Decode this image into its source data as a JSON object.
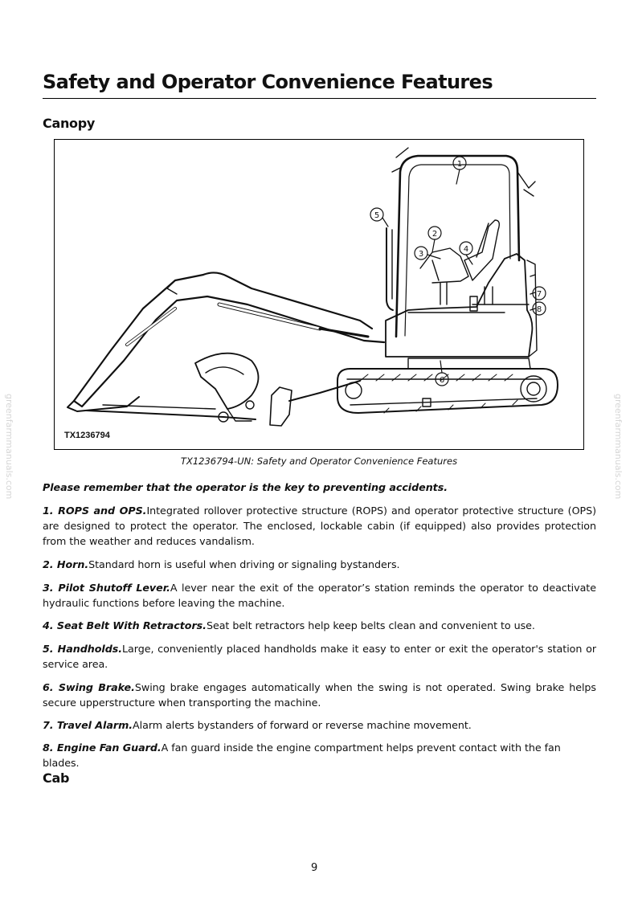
{
  "page_title": "Safety and Operator Convenience Features",
  "sections": {
    "canopy": "Canopy",
    "cab": "Cab"
  },
  "figure": {
    "id_label": "TX1236794",
    "callouts": [
      "1",
      "2",
      "3",
      "4",
      "5",
      "6",
      "7",
      "8"
    ],
    "caption": "TX1236794-UN: Safety and Operator Convenience Features"
  },
  "intro": "Please remember that the operator is the key to preventing accidents.",
  "features": [
    {
      "title": "1. ROPS and OPS.",
      "text": "Integrated rollover protective structure (ROPS) and operator protective structure (OPS) are designed to protect the operator. The enclosed, lockable cabin (if equipped) also provides protection from the weather and reduces vandalism."
    },
    {
      "title": "2. Horn.",
      "text": "Standard horn is useful when driving or signaling bystanders."
    },
    {
      "title": "3. Pilot Shutoff Lever.",
      "text": "A lever near the exit of the operator’s station reminds the operator to deactivate hydraulic functions before leaving the machine."
    },
    {
      "title": "4. Seat Belt With Retractors.",
      "text": "Seat belt retractors help keep belts clean and convenient to use."
    },
    {
      "title": "5. Handholds.",
      "text": "Large, conveniently placed handholds make it easy to enter or exit the operator's station or service area."
    },
    {
      "title": "6. Swing Brake.",
      "text": "Swing brake engages automatically when the swing is not operated. Swing brake helps secure upperstructure when transporting the machine."
    },
    {
      "title": "7. Travel Alarm.",
      "text": "Alarm alerts bystanders of forward or reverse machine movement."
    },
    {
      "title": "8. Engine Fan Guard.",
      "text": "A fan guard inside the engine compartment helps prevent contact with the fan blades."
    }
  ],
  "watermark": "greenfarmmanuals.com",
  "page_number": "9"
}
